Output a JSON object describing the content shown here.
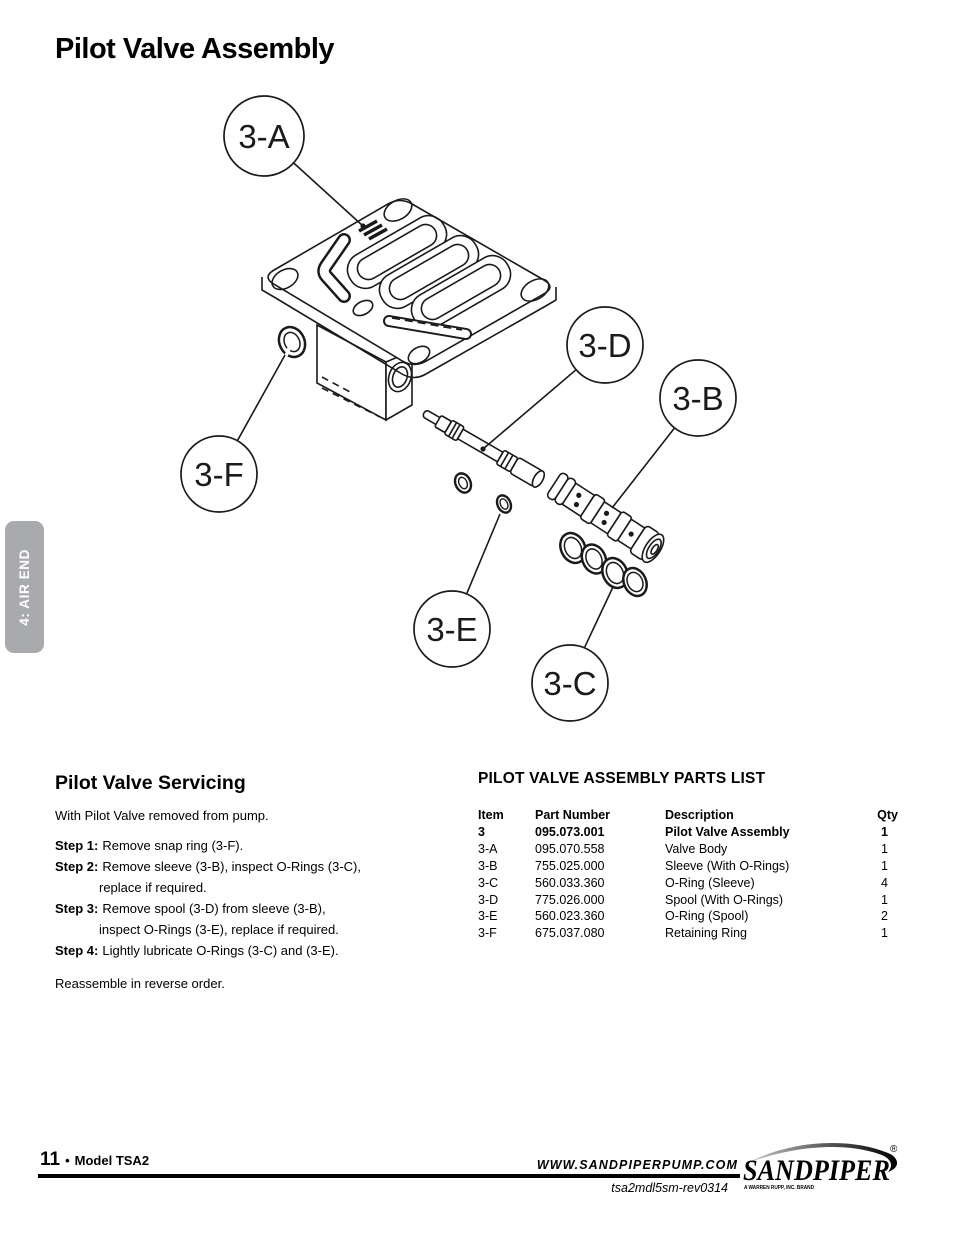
{
  "page": {
    "title": "Pilot Valve Assembly",
    "sidebar_tab": "4: AIR END"
  },
  "diagram": {
    "callouts": [
      {
        "label": "3-A"
      },
      {
        "label": "3-D"
      },
      {
        "label": "3-B"
      },
      {
        "label": "3-F"
      },
      {
        "label": "3-E"
      },
      {
        "label": "3-C"
      }
    ]
  },
  "servicing": {
    "heading": "Pilot Valve Servicing",
    "intro": "With Pilot Valve removed from pump.",
    "steps": [
      {
        "prefix": "Step 1:",
        "line1": "Remove snap ring (3-F)."
      },
      {
        "prefix": "Step 2:",
        "line1": "Remove sleeve (3-B), inspect O-Rings (3-C),",
        "line2": "replace if required."
      },
      {
        "prefix": "Step 3:",
        "line1": "Remove spool (3-D) from sleeve (3-B),",
        "line2": "inspect O-Rings (3-E), replace if required."
      },
      {
        "prefix": "Step 4:",
        "line1": "Lightly lubricate O-Rings (3-C) and (3-E)."
      }
    ],
    "outro": "Reassemble in reverse order."
  },
  "parts_list": {
    "title": "PILOT VALVE ASSEMBLY PARTS LIST",
    "columns": [
      "Item",
      "Part Number",
      "Description",
      "Qty"
    ],
    "rows": [
      {
        "item": "3",
        "part_number": "095.073.001",
        "description": "Pilot Valve Assembly",
        "qty": "1"
      },
      {
        "item": "3-A",
        "part_number": "095.070.558",
        "description": "Valve Body",
        "qty": "1"
      },
      {
        "item": "3-B",
        "part_number": "755.025.000",
        "description": "Sleeve (With O-Rings)",
        "qty": "1"
      },
      {
        "item": "3-C",
        "part_number": "560.033.360",
        "description": "O-Ring (Sleeve)",
        "qty": "4"
      },
      {
        "item": "3-D",
        "part_number": "775.026.000",
        "description": "Spool (With O-Rings)",
        "qty": "1"
      },
      {
        "item": "3-E",
        "part_number": "560.023.360",
        "description": "O-Ring (Spool)",
        "qty": "2"
      },
      {
        "item": "3-F",
        "part_number": "675.037.080",
        "description": "Retaining Ring",
        "qty": "1"
      }
    ]
  },
  "footer": {
    "page_number": "11",
    "separator": "•",
    "model": "Model TSA2",
    "website": "WWW.SANDPIPERPUMP.COM",
    "doc_code": "tsa2mdl5sm-rev0314",
    "logo_text": "SANDPIPER",
    "logo_registered": "®",
    "logo_tagline": "A WARREN RUPP, INC. BRAND"
  }
}
